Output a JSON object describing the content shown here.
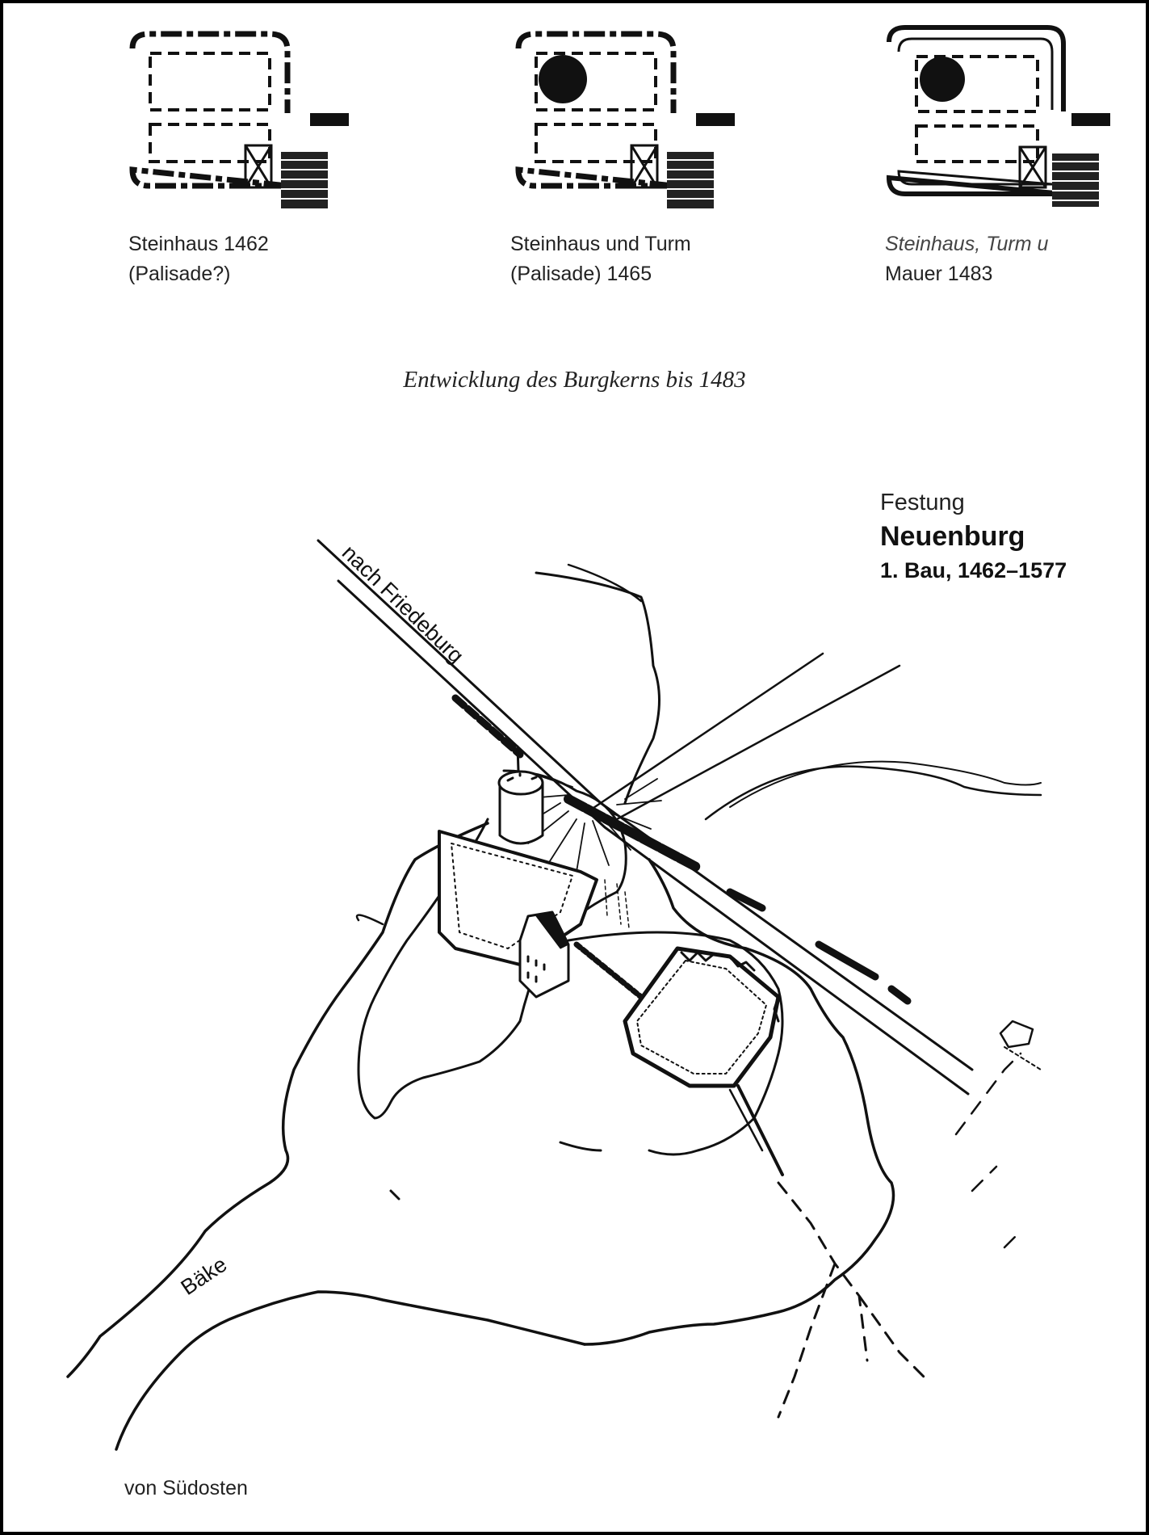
{
  "stages": [
    {
      "caption_line1": "Steinhaus 1462",
      "caption_line2": "(Palisade?)",
      "has_tower": false,
      "has_wall": false
    },
    {
      "caption_line1": "Steinhaus und Turm",
      "caption_line2": "(Palisade) 1465",
      "has_tower": true,
      "has_wall": false
    },
    {
      "caption_line1": "Steinhaus, Turm u",
      "caption_line2": "Mauer 1483",
      "has_tower": true,
      "has_wall": true
    }
  ],
  "subtitle": "Entwicklung des Burgkerns bis 1483",
  "title": {
    "line1": "Festung",
    "line2": "Neuenburg",
    "line3": "1. Bau, 1462–1577"
  },
  "map_labels": {
    "road": "nach Friedeburg",
    "river": "Bäke"
  },
  "view_label": "von Südosten",
  "colors": {
    "ink": "#111111",
    "paper": "#ffffff",
    "border": "#000000"
  }
}
